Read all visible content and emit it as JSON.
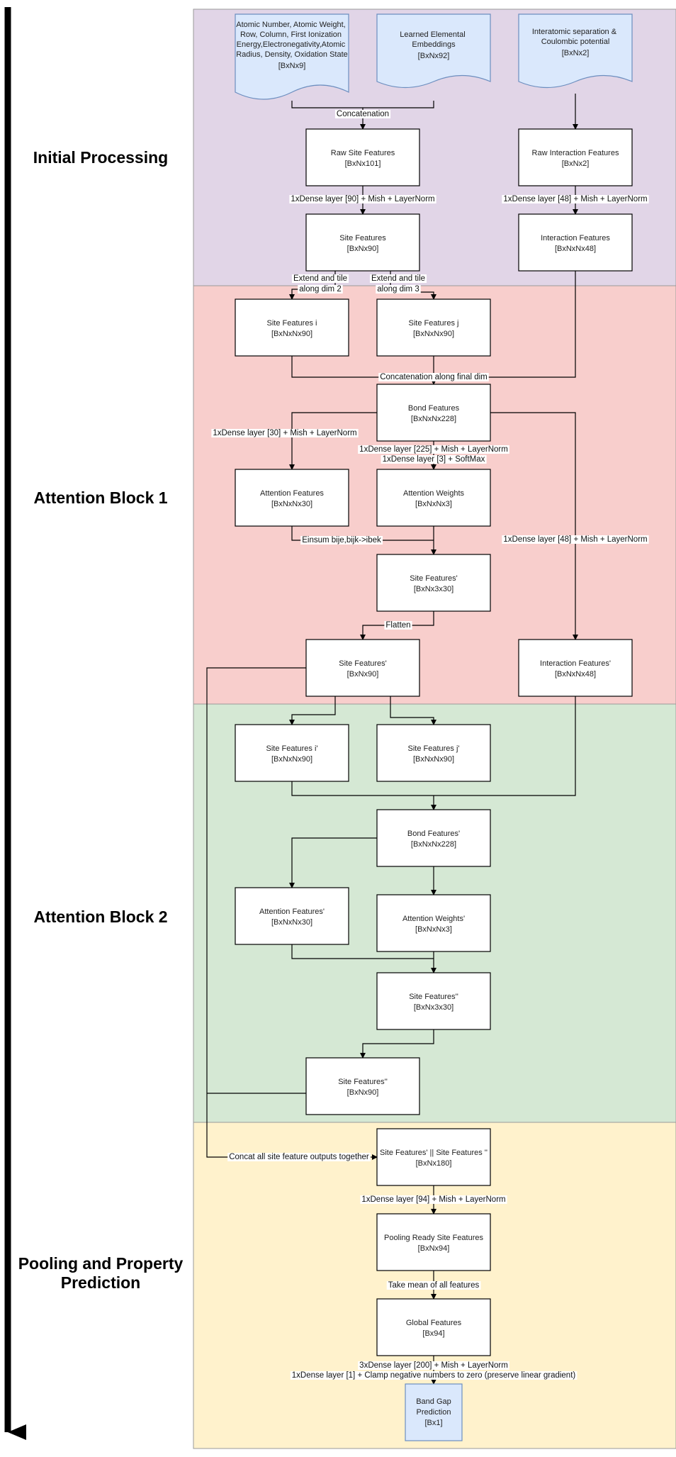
{
  "sections": [
    {
      "label": "Initial Processing",
      "color": "#e1d5e7"
    },
    {
      "label": "Attention Block 1",
      "color": "#f8cecc"
    },
    {
      "label": "Attention Block 2",
      "color": "#d5e8d4"
    },
    {
      "label": "Pooling and Property Prediction",
      "color": "#fff2cc"
    }
  ],
  "inputs": [
    {
      "title": "Atomic Number, Atomic Weight, Row, Column, First Ionization Energy,Electronegativity,Atomic Radius, Density, Oxidation State",
      "shape": "[BxNx9]"
    },
    {
      "title": "Learned Elemental Embeddings",
      "shape": "[BxNx92]"
    },
    {
      "title": "Interatomic separation & Coulombic potential",
      "shape": "[BxNx2]"
    }
  ],
  "nodes": {
    "raw_site": {
      "title": "Raw Site Features",
      "shape": "[BxNx101]"
    },
    "raw_inter": {
      "title": "Raw Interaction Features",
      "shape": "[BxNx2]"
    },
    "site": {
      "title": "Site Features",
      "shape": "[BxNx90]"
    },
    "inter": {
      "title": "Interaction Features",
      "shape": "[BxNxNx48]"
    },
    "site_i": {
      "title": "Site Features i",
      "shape": "[BxNxNx90]"
    },
    "site_j": {
      "title": "Site Features j",
      "shape": "[BxNxNx90]"
    },
    "bond": {
      "title": "Bond Features",
      "shape": "[BxNxNx228]"
    },
    "att_feat": {
      "title": "Attention Features",
      "shape": "[BxNxNx30]"
    },
    "att_w": {
      "title": "Attention Weights",
      "shape": "[BxNxNx3]"
    },
    "site_p3": {
      "title": "Site Features'",
      "shape": "[BxNx3x30]"
    },
    "site_p": {
      "title": "Site Features'",
      "shape": "[BxNx90]"
    },
    "inter_p": {
      "title": "Interaction Features'",
      "shape": "[BxNxNx48]"
    },
    "site_i2": {
      "title": "Site Features i'",
      "shape": "[BxNxNx90]"
    },
    "site_j2": {
      "title": "Site Features j'",
      "shape": "[BxNxNx90]"
    },
    "bond2": {
      "title": "Bond Features'",
      "shape": "[BxNxNx228]"
    },
    "att_feat2": {
      "title": "Attention Features'",
      "shape": "[BxNxNx30]"
    },
    "att_w2": {
      "title": "Attention Weights'",
      "shape": "[BxNxNx3]"
    },
    "site_pp3": {
      "title": "Site Features''",
      "shape": "[BxNx3x30]"
    },
    "site_pp": {
      "title": "Site Features''",
      "shape": "[BxNx90]"
    },
    "concat_all": {
      "title": "Site Features' || Site Features ''",
      "shape": "[BxNx180]"
    },
    "pool_ready": {
      "title": "Pooling Ready Site Features",
      "shape": "[BxNx94]"
    },
    "global": {
      "title": "Global Features",
      "shape": "[Bx94]"
    },
    "pred": {
      "title": "Band Gap Prediction",
      "shape": "[Bx1]"
    }
  },
  "edge_labels": {
    "concatenation": "Concatenation",
    "dense90": "1xDense layer [90] + Mish + LayerNorm",
    "dense48": "1xDense layer [48] + Mish + LayerNorm",
    "extend2_a": "Extend and tile",
    "extend2_b": "along dim 2",
    "extend3_a": "Extend and tile",
    "extend3_b": "along dim 3",
    "concat_final": "Concatenation along final dim",
    "dense30": "1xDense layer [30] + Mish + LayerNorm",
    "dense225": "1xDense layer [225] + Mish + LayerNorm",
    "dense3": "1xDense layer [3] + SoftMax",
    "einsum": "Einsum bije,bijk->ibek",
    "flatten": "Flatten",
    "dense48_b": "1xDense layer [48] + Mish + LayerNorm",
    "concat_all": "Concat all site feature outputs together",
    "dense94": "1xDense layer [94] + Mish + LayerNorm",
    "mean": "Take mean of all features",
    "dense200": "3xDense layer [200] + Mish + LayerNorm",
    "dense1": "1xDense layer [1] + Clamp negative numbers to zero (preserve linear gradient)"
  },
  "colors": {
    "input_fill": "#dae8fc",
    "input_stroke": "#6c8ebf",
    "mean_label": "#1a2a6c"
  }
}
